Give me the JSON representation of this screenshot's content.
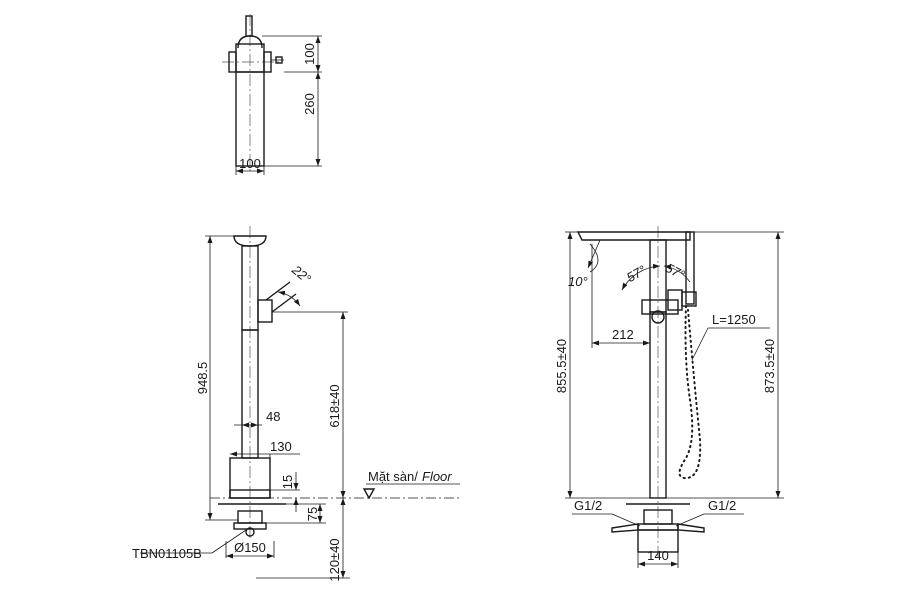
{
  "top_view": {
    "dim_width": "100",
    "dim_upper_height": "100",
    "dim_lower_height": "260"
  },
  "front_view": {
    "dim_total_height": "948.5",
    "dim_angle": "22°",
    "dim_spout_height": "618±40",
    "dim_stem_width": "48",
    "dim_base_width": "130",
    "dim_floor_gap": "15",
    "dim_below_floor": "75",
    "dim_flange": "Ø150",
    "dim_inlet_depth": "120±40",
    "floor_label_vi": "Mặt sàn/",
    "floor_label_en": "Floor",
    "part_code": "TBN01105B"
  },
  "side_view": {
    "dim_tilt": "10°",
    "dim_lever_left": "57°",
    "dim_lever_right": "57°",
    "dim_reach": "212",
    "dim_hose": "L=1250",
    "dim_height_left": "855.5±40",
    "dim_height_right": "873.5±40",
    "dim_thread_left": "G1/2",
    "dim_thread_right": "G1/2",
    "dim_base_width": "140"
  }
}
